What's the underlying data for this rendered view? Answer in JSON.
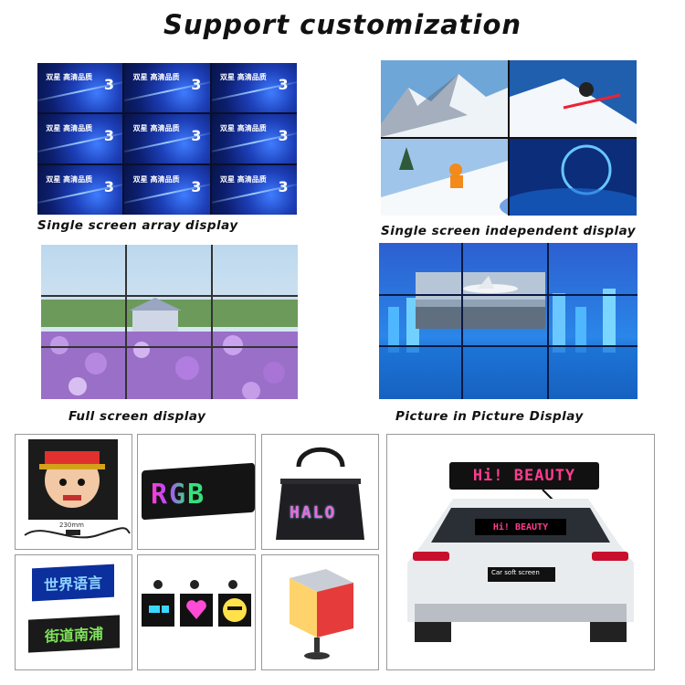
{
  "header": {
    "title": "Support customization"
  },
  "panels": {
    "array": {
      "caption": "Single screen array display",
      "tile_title": "双星 高清品质",
      "tile_number": "3"
    },
    "independent": {
      "caption": "Single screen independent display"
    },
    "full": {
      "caption": "Full screen display"
    },
    "pip": {
      "caption": "Picture in Picture Display"
    }
  },
  "products": {
    "face_panel": {
      "size_label": "230mm"
    },
    "rgb_strip": {
      "text": "RGB"
    },
    "bag": {
      "text": "HALO"
    },
    "chinese_sign": {
      "line1": "世界语言",
      "line2": "街道南浦"
    },
    "car": {
      "sign_text": "Hi! BEAUTY",
      "rear_text": "Hi! BEAUTY",
      "plate_text": "Car soft screen"
    }
  },
  "colors": {
    "accent_blue": "#1d3fb8",
    "led_pink": "#ff3c8e",
    "led_green": "#35e06b"
  }
}
